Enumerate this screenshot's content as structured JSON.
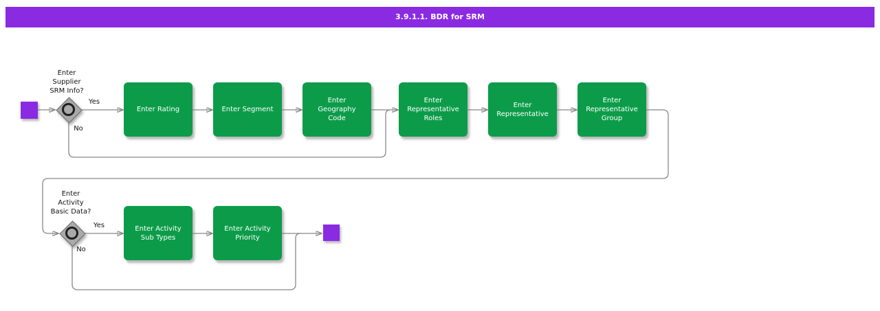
{
  "title": "3.9.1.1. BDR for SRM",
  "colors": {
    "title_bg": "#8A2BE2",
    "terminal_fill": "#8A2BE2",
    "task_fill": "#0C9C49",
    "decision_fill": "#A9A9A9",
    "connector": "#878787"
  },
  "decisions": [
    {
      "question": "Enter\nSupplier\nSRM Info?",
      "yes_label": "Yes",
      "no_label": "No"
    },
    {
      "question": "Enter\nActivity\nBasic Data?",
      "yes_label": "Yes",
      "no_label": "No"
    }
  ],
  "tasks": [
    {
      "label": "Enter Rating"
    },
    {
      "label": "Enter Segment"
    },
    {
      "label": "Enter\nGeography\nCode"
    },
    {
      "label": "Enter\nRepresentative\nRoles"
    },
    {
      "label": "Enter\nRepresentative"
    },
    {
      "label": "Enter\nRepresentative\nGroup"
    },
    {
      "label": "Enter Activity\nSub Types"
    },
    {
      "label": "Enter Activity\nPriority"
    }
  ]
}
